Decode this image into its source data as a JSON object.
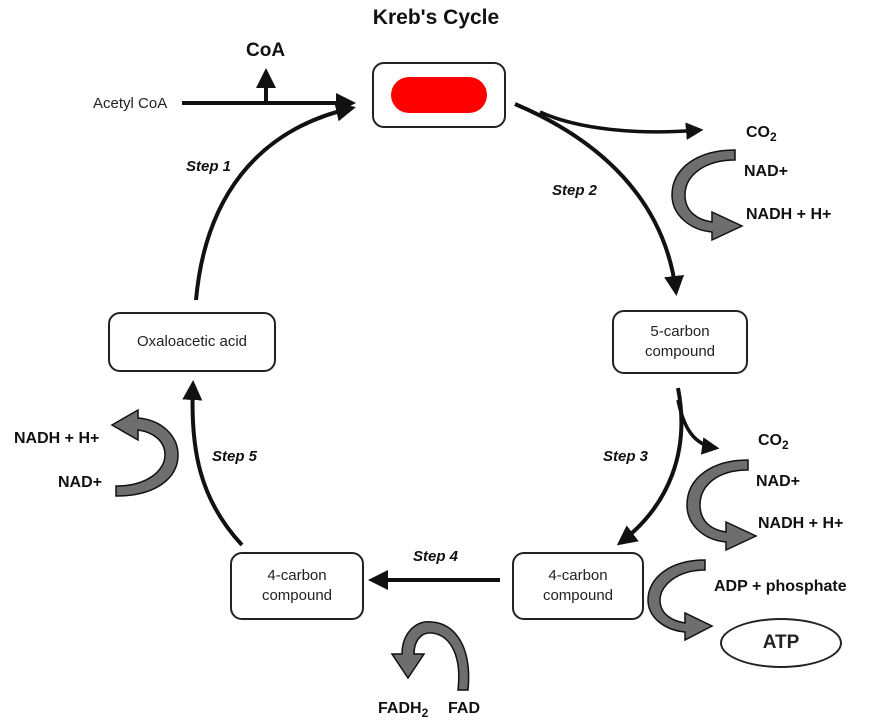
{
  "title": "Kreb's Cycle",
  "inputs": {
    "acetyl": "Acetyl CoA",
    "coa": "CoA"
  },
  "boxes": {
    "oxaloacetic": "Oxaloacetic acid",
    "five_carbon": "5-carbon compound",
    "four_carbon_right": "4-carbon compound",
    "four_carbon_left": "4-carbon compound",
    "atp": "ATP"
  },
  "steps": [
    "Step 1",
    "Step 2",
    "Step 3",
    "Step 4",
    "Step 5"
  ],
  "step2_products": {
    "co2_base": "CO",
    "co2_sub": "2",
    "nad": "NAD+",
    "nadh": "NADH + H+"
  },
  "step3_products": {
    "co2_base": "CO",
    "co2_sub": "2",
    "nad": "NAD+",
    "nadh": "NADH + H+",
    "adp": "ADP + phosphate"
  },
  "step4_products": {
    "fadh_base": "FADH",
    "fadh_sub": "2",
    "fad": "FAD"
  },
  "step5_products": {
    "nadh": "NADH + H+",
    "nad": "NAD+"
  },
  "colors": {
    "hidden_label_fill": "#ff0000",
    "curved_arrow_fill": "#6e6e6e",
    "stroke": "#111111"
  }
}
